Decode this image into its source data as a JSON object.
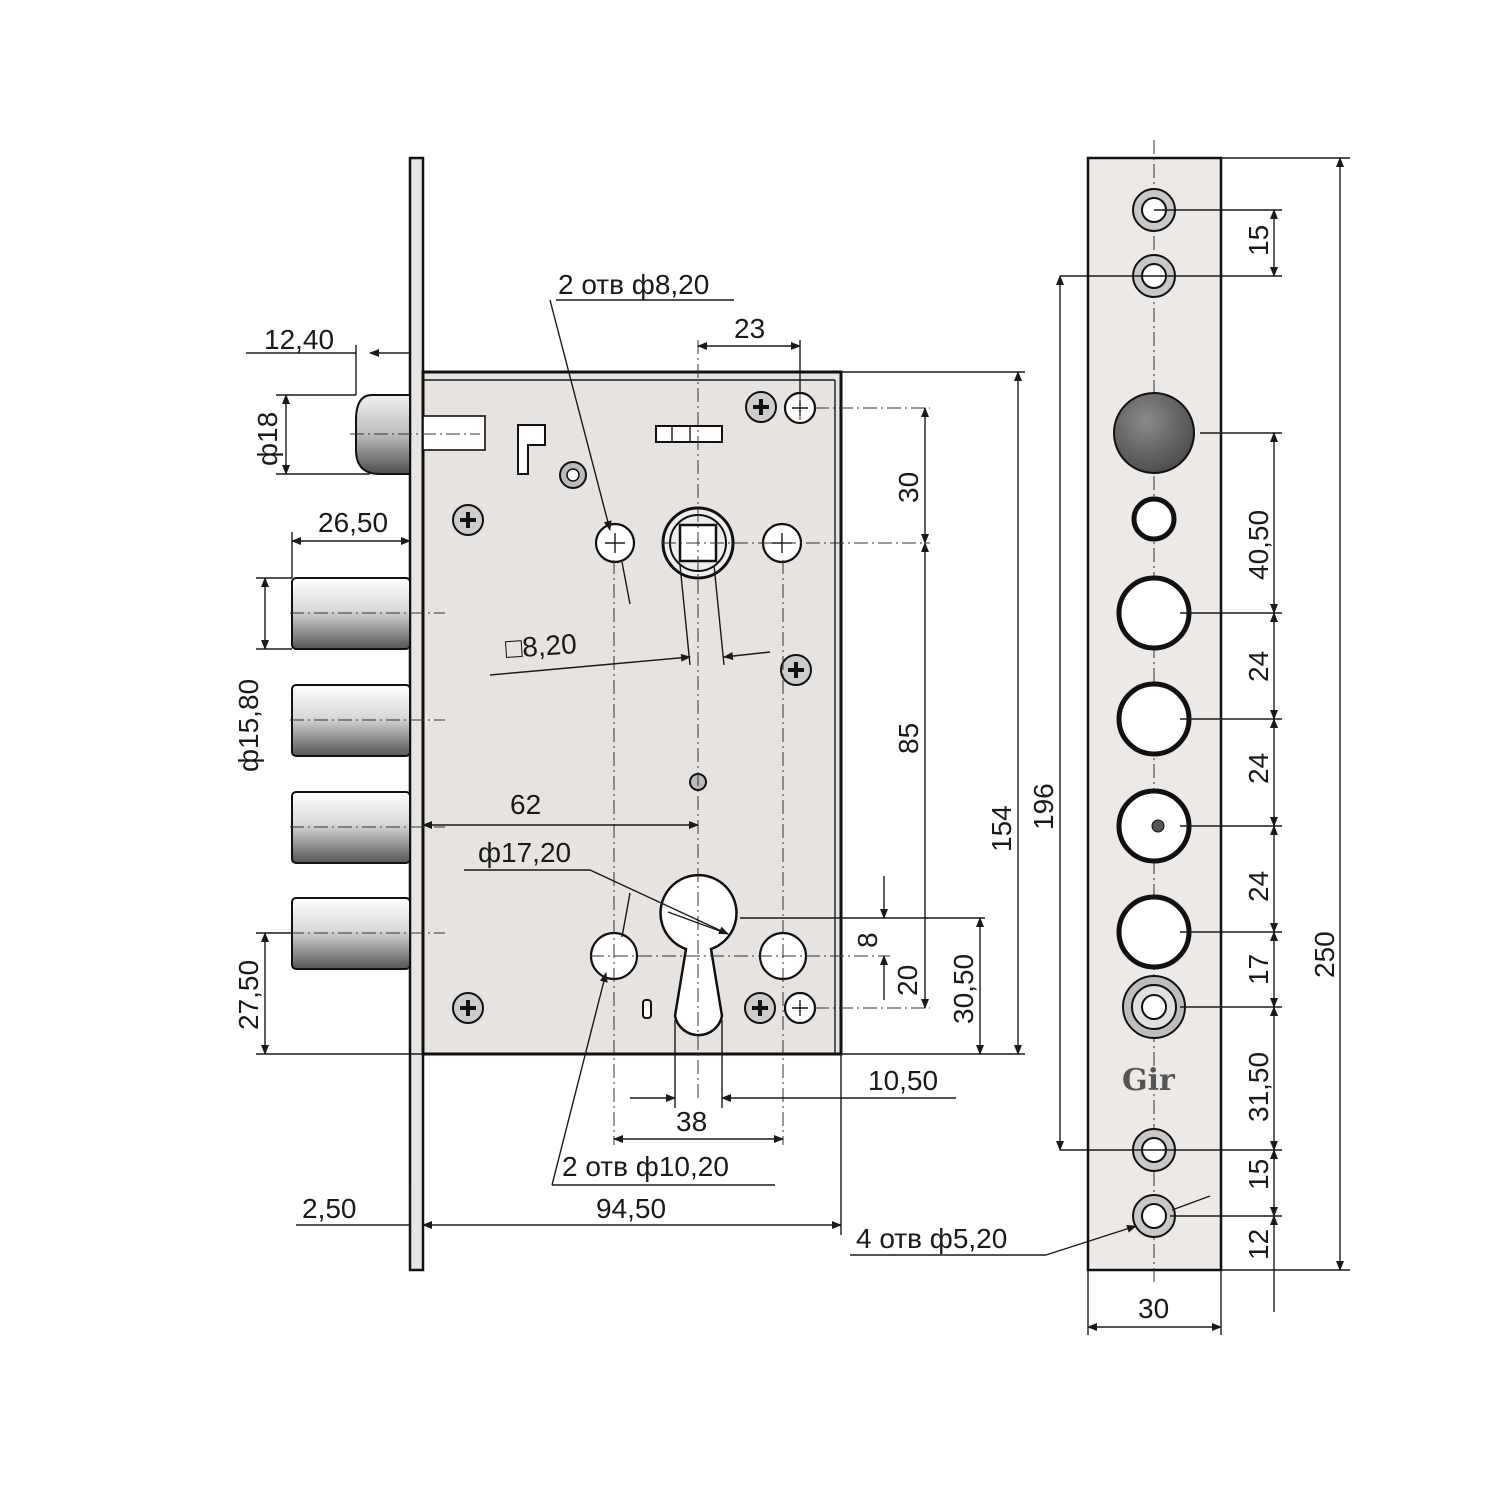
{
  "colors": {
    "line": "#1a1a1a",
    "body": "#e6e3e0",
    "strike": "#ece9e6",
    "bolt_dark": "#595959"
  },
  "lock_body": {
    "dims": {
      "d1": "12,40",
      "d2": "ф18",
      "d3": "26,50",
      "d4": "ф15,80",
      "d5": "27,50",
      "d6": "2,50",
      "d7": "94,50",
      "d8": "2 отв ф8,20",
      "d9": "23",
      "d10": "□8,20",
      "d11": "62",
      "d12": "ф17,20",
      "d13": "38",
      "d14": "10,50",
      "d15": "2 отв  ф10,20",
      "d16": "30",
      "d17": "85",
      "d18": "8",
      "d19": "20",
      "d20": "30,50",
      "d21": "154",
      "d22": "196"
    }
  },
  "strike_plate": {
    "logo": "Gir",
    "dims": {
      "s1": "15",
      "s2": "40,50",
      "s3": "24",
      "s4": "24",
      "s5": "24",
      "s6": "17",
      "s7": "31,50",
      "s8": "15",
      "s9": "12",
      "s10": "250",
      "s11": "30",
      "s12": "4 отв  ф5,20"
    }
  },
  "icons": [
    "phillips-screw-icon",
    "mounting-hole-icon",
    "cylinder-keyhole-icon",
    "spindle-square-icon"
  ]
}
